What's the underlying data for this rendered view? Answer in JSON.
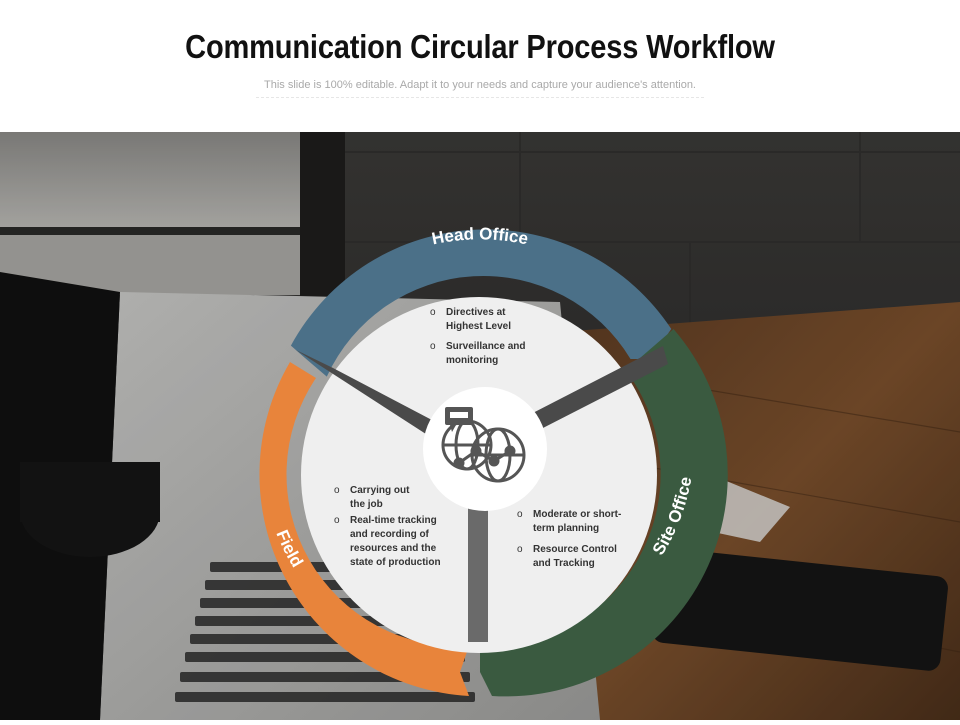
{
  "slide": {
    "title": "Communication Circular Process Workflow",
    "subtitle": "This slide is 100% editable. Adapt it to your needs and capture your audience's attention."
  },
  "segments": [
    {
      "label": "Head Office",
      "color": "#4b7088",
      "bullets": [
        "Directives at\nHighest Level",
        "Surveillance and\nmonitoring"
      ]
    },
    {
      "label": "Site Office",
      "color": "#3a5a40",
      "bullets": [
        "Moderate or short-\nterm planning",
        "Resource Control\nand Tracking"
      ]
    },
    {
      "label": "Field",
      "color": "#e8843b",
      "bullets": [
        "Carrying out\nthe job",
        "Real-time tracking\nand recording of\nresources  and the\nstate of production"
      ]
    }
  ],
  "bullet_marker": "o",
  "center_icon": "globe-network-chat-icon"
}
